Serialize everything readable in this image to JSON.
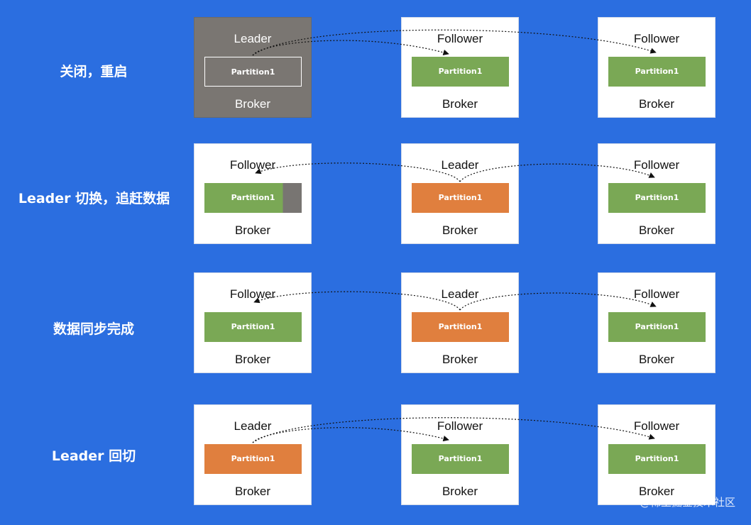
{
  "colors": {
    "background": "#2b6ee0",
    "follower_partition": "#7aa855",
    "leader_partition": "#e07f3e",
    "broker_down": "#7a7672",
    "lag_segment": "#787572"
  },
  "rows": [
    {
      "label": "关闭，重启",
      "brokers": [
        {
          "role": "Leader",
          "partition": "Partition1",
          "name": "Broker",
          "state": "down"
        },
        {
          "role": "Follower",
          "partition": "Partition1",
          "name": "Broker",
          "state": "follower"
        },
        {
          "role": "Follower",
          "partition": "Partition1",
          "name": "Broker",
          "state": "follower"
        }
      ]
    },
    {
      "label": "Leader 切换，追赶数据",
      "brokers": [
        {
          "role": "Follower",
          "partition": "Partition1",
          "name": "Broker",
          "state": "lag"
        },
        {
          "role": "Leader",
          "partition": "Partition1",
          "name": "Broker",
          "state": "leader"
        },
        {
          "role": "Follower",
          "partition": "Partition1",
          "name": "Broker",
          "state": "follower"
        }
      ]
    },
    {
      "label": "数据同步完成",
      "brokers": [
        {
          "role": "Follower",
          "partition": "Partition1",
          "name": "Broker",
          "state": "follower"
        },
        {
          "role": "Leader",
          "partition": "Partition1",
          "name": "Broker",
          "state": "leader"
        },
        {
          "role": "Follower",
          "partition": "Partition1",
          "name": "Broker",
          "state": "follower"
        }
      ]
    },
    {
      "label": "Leader 回切",
      "brokers": [
        {
          "role": "Leader",
          "partition": "Partition1",
          "name": "Broker",
          "state": "leader"
        },
        {
          "role": "Follower",
          "partition": "Partition1",
          "name": "Broker",
          "state": "follower"
        },
        {
          "role": "Follower",
          "partition": "Partition1",
          "name": "Broker",
          "state": "follower"
        }
      ]
    }
  ],
  "watermark": "@稀土掘金技术社区"
}
